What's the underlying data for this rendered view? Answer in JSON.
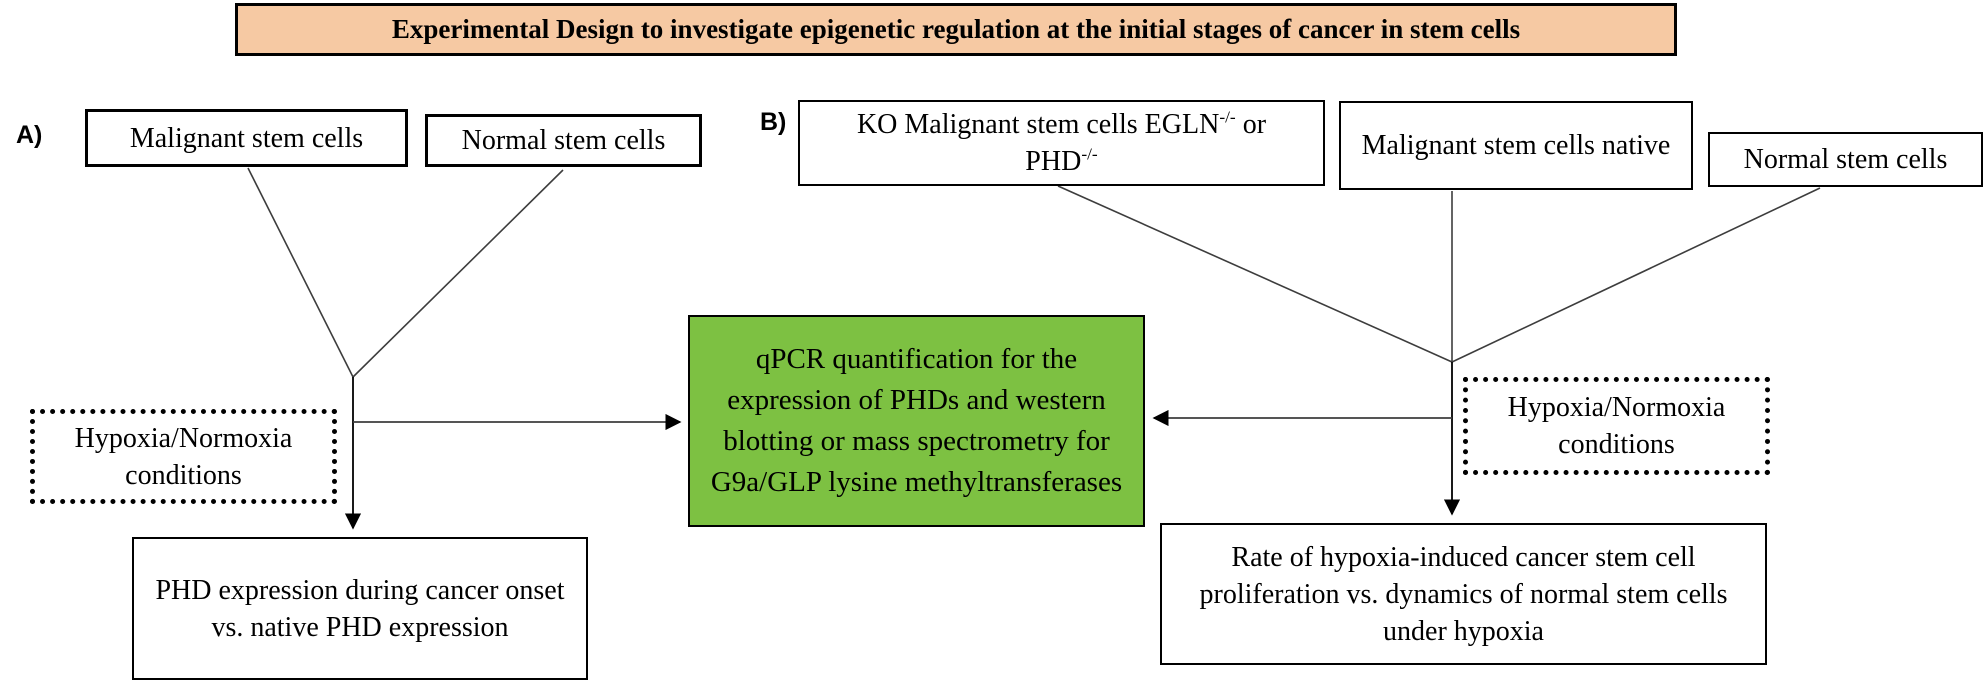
{
  "title": {
    "text": "Experimental Design to investigate epigenetic regulation at the initial stages of cancer in stem cells",
    "bg_color": "#f6c9a3"
  },
  "section_a": {
    "label": "A)",
    "malignant_box": "Malignant stem cells",
    "normal_box": "Normal stem cells",
    "condition_box": "Hypoxia/Normoxia conditions",
    "outcome_box": "PHD expression during cancer onset vs. native PHD expression"
  },
  "section_b": {
    "label": "B)",
    "ko_box": {
      "line1_main": "KO Malignant stem cells EGLN",
      "line1_sup": "-/-",
      "line1_tail": " or",
      "line2_main": "PHD",
      "line2_sup": "-/-"
    },
    "native_box": "Malignant stem cells native",
    "normal_box": "Normal stem cells",
    "condition_box": "Hypoxia/Normoxia conditions",
    "outcome_box": "Rate of hypoxia-induced cancer stem cell proliferation vs. dynamics of normal stem cells under hypoxia"
  },
  "center_box": {
    "text": "qPCR quantification for the expression of PHDs and western blotting or mass spectrometry for G9a/GLP lysine methyltransferases",
    "bg_color": "#7dc142"
  },
  "line_color": "#3d3d3d"
}
